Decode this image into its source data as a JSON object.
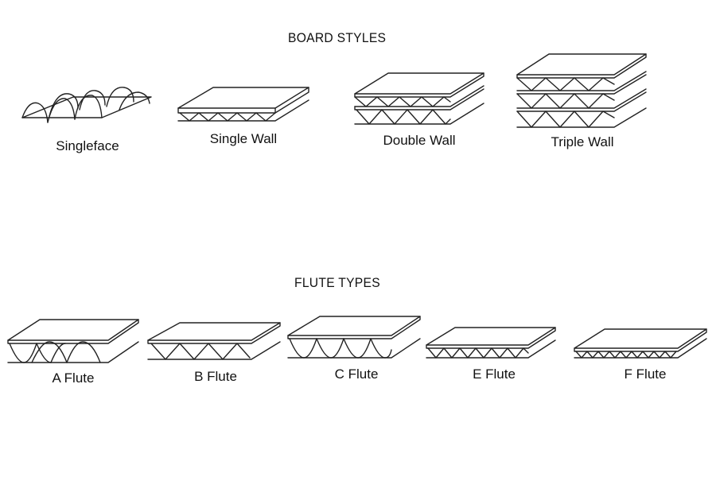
{
  "board_styles": {
    "title": "BOARD STYLES",
    "items": [
      {
        "label": "Singleface",
        "icon": "singleface-board-icon"
      },
      {
        "label": "Single Wall",
        "icon": "single-wall-board-icon"
      },
      {
        "label": "Double Wall",
        "icon": "double-wall-board-icon"
      },
      {
        "label": "Triple Wall",
        "icon": "triple-wall-board-icon"
      }
    ]
  },
  "flute_types": {
    "title": "FLUTE TYPES",
    "items": [
      {
        "label": "A Flute",
        "icon": "a-flute-icon"
      },
      {
        "label": "B Flute",
        "icon": "b-flute-icon"
      },
      {
        "label": "C Flute",
        "icon": "c-flute-icon"
      },
      {
        "label": "E Flute",
        "icon": "e-flute-icon"
      },
      {
        "label": "F Flute",
        "icon": "f-flute-icon"
      }
    ]
  }
}
